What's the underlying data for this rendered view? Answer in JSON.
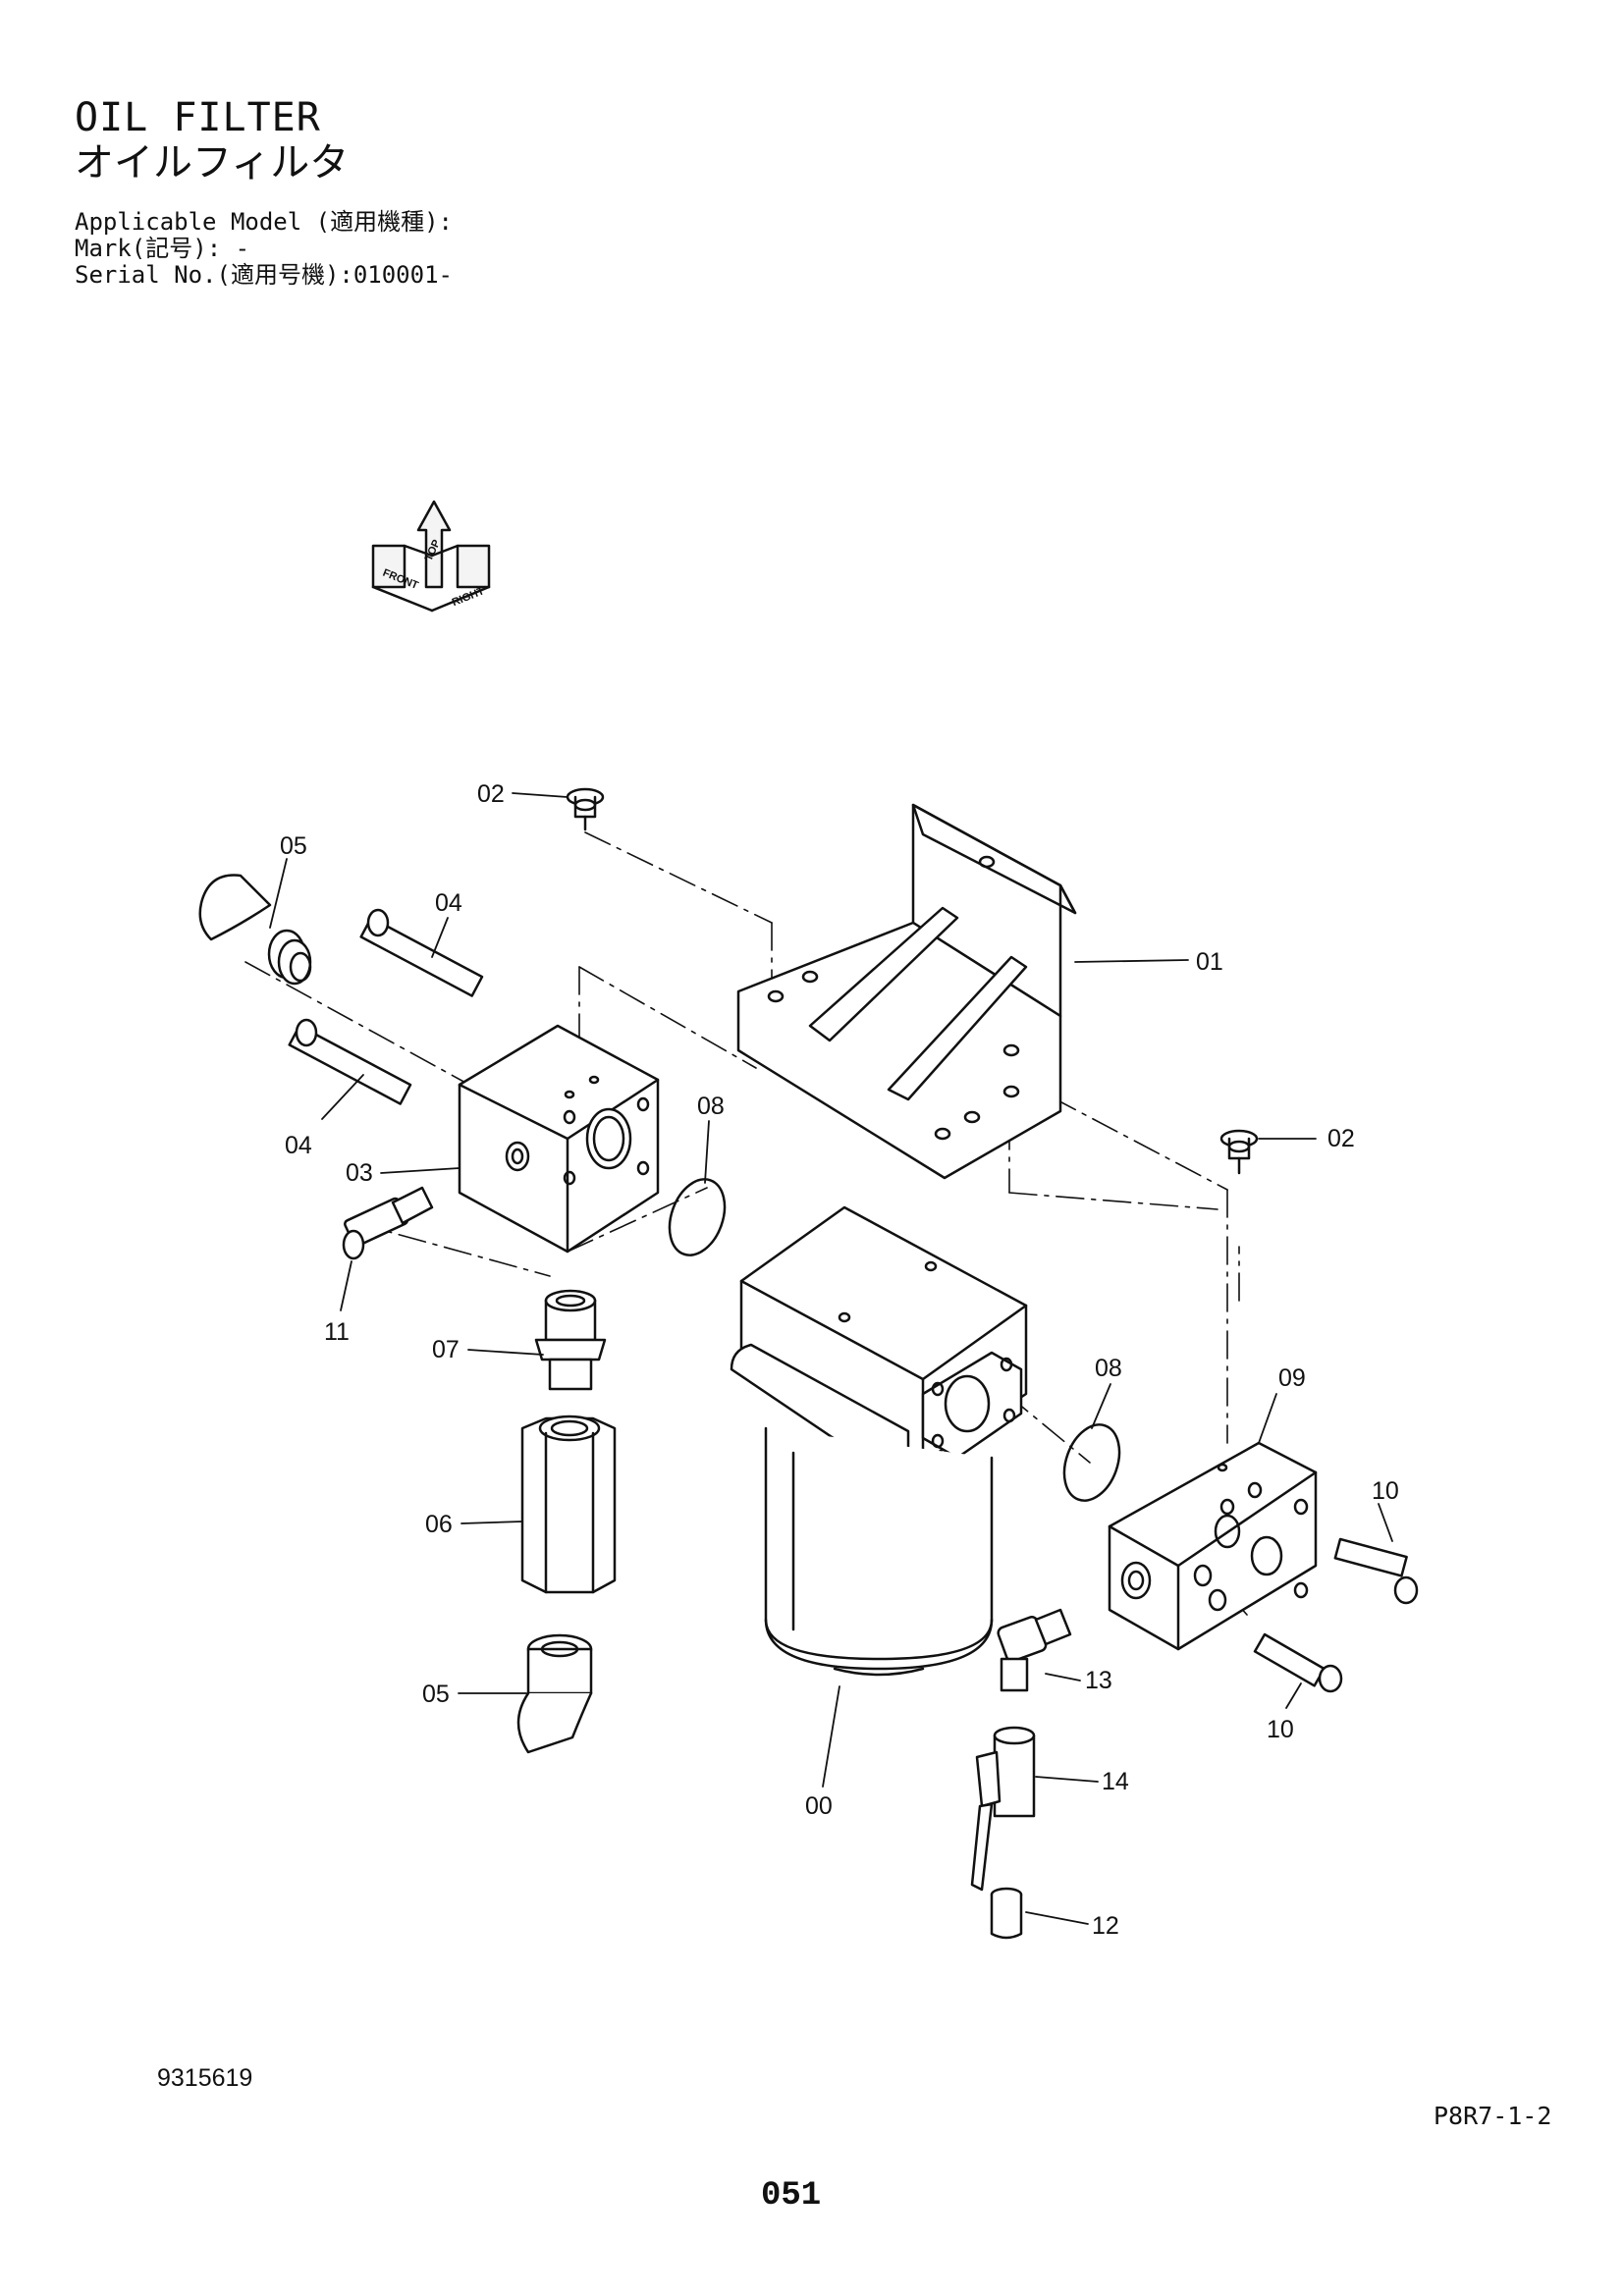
{
  "header": {
    "title_en": "OIL FILTER",
    "title_ja": "オイルフィルタ",
    "applicable_model": "Applicable Model (適用機種):",
    "mark": "Mark(記号): -",
    "serial": "Serial No.(適用号機):010001-"
  },
  "orientation": {
    "top": "TOP",
    "front": "FRONT",
    "right": "RIGHT"
  },
  "callouts": {
    "c00": "00",
    "c01": "01",
    "c02a": "02",
    "c02b": "02",
    "c03": "03",
    "c04a": "04",
    "c04b": "04",
    "c05a": "05",
    "c05b": "05",
    "c06": "06",
    "c07": "07",
    "c08a": "08",
    "c08b": "08",
    "c09": "09",
    "c10a": "10",
    "c10b": "10",
    "c11": "11",
    "c12": "12",
    "c13": "13",
    "c14": "14"
  },
  "footer": {
    "drawing_code": "9315619",
    "reference": "P8R7-1-2",
    "page": "051"
  }
}
